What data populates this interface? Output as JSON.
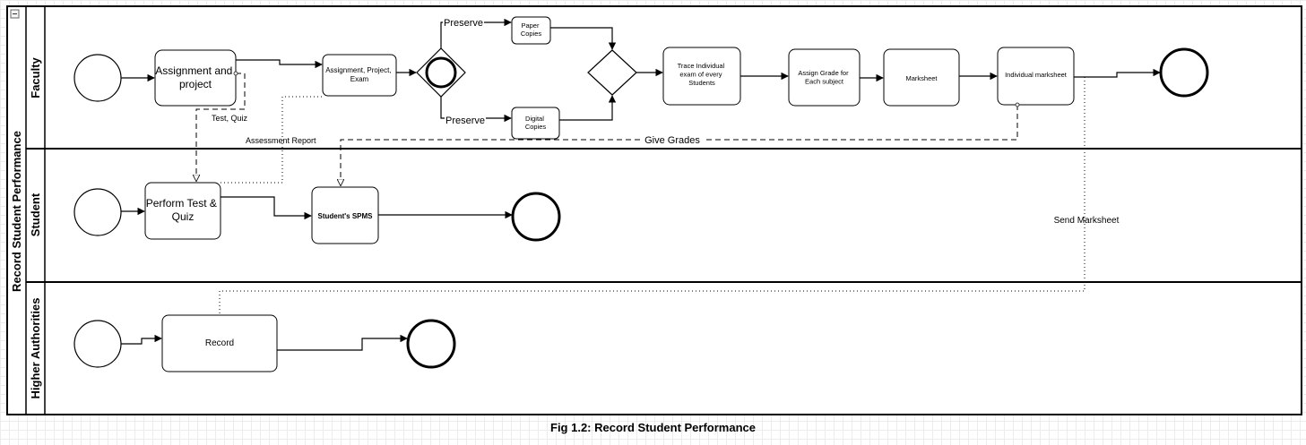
{
  "pool": {
    "title": "Record Student Performance"
  },
  "lanes": {
    "faculty": "Faculty",
    "student": "Student",
    "higher": "Higher Authorities"
  },
  "tasks": {
    "assignment_project": [
      "Assignment and",
      "project"
    ],
    "assignment_project_exam": [
      "Assignment, Project,",
      "Exam"
    ],
    "paper_copies": [
      "Paper",
      "Copies"
    ],
    "digital_copies": [
      "Digital",
      "Copies"
    ],
    "trace_individual": [
      "Trace Individual",
      "exam of every",
      "Students"
    ],
    "assign_grade": [
      "Assign Grade for",
      "Each subject"
    ],
    "marksheet": [
      "Marksheet"
    ],
    "individual_marksheet": [
      "Individual marksheet"
    ],
    "perform_test": [
      "Perform Test &",
      "Quiz"
    ],
    "students_spms": [
      "Student's SPMS"
    ],
    "record": [
      "Record"
    ]
  },
  "edge_labels": {
    "preserve_top": "Preserve",
    "preserve_bottom": "Preserve",
    "test_quiz": "Test, Quiz",
    "assessment_report": "Assessment Report",
    "give_grades": "Give Grades",
    "send_marksheet": "Send Marksheet"
  },
  "caption": "Fig 1.2:  Record Student Performance"
}
